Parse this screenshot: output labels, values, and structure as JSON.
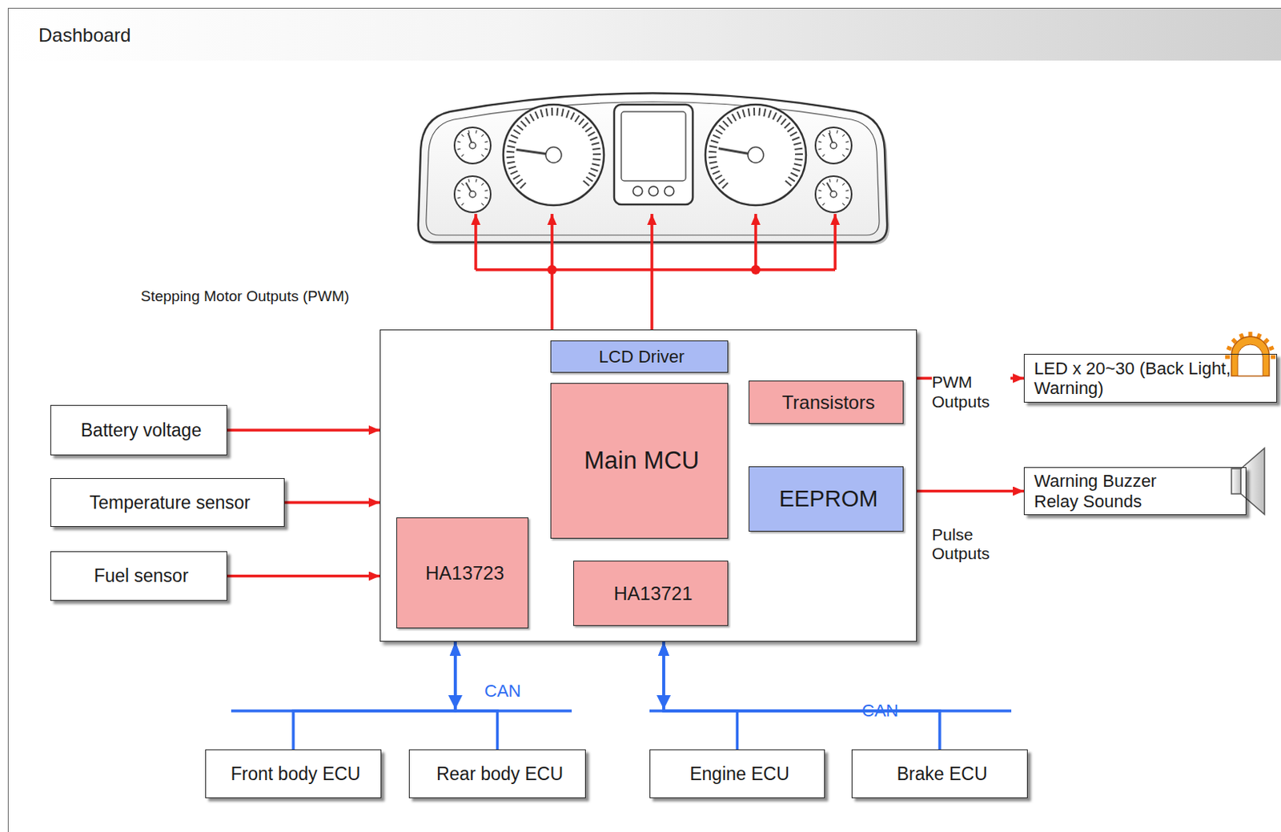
{
  "diagram": {
    "title": "Dashboard",
    "nodes": [
      {
        "text": []
      },
      {
        "text": [
          "LCD Driver"
        ],
        "in": 0
      },
      {
        "text": [
          "Main MCU"
        ],
        "in": 0
      },
      {
        "text": [
          "Transistors"
        ],
        "in": 0
      },
      {
        "text": [
          "EEPROM"
        ],
        "in": 0
      },
      {
        "text": [
          "HA13723"
        ],
        "in": 0
      },
      {
        "text": [
          "HA13721"
        ],
        "in": 0
      },
      {
        "text": [
          "Battery voltage"
        ]
      },
      {
        "text": [
          "Temperature sensor"
        ]
      },
      {
        "text": [
          "Fuel sensor"
        ]
      },
      {
        "text": [
          "LED x 20~30 (Back Light, Warning)"
        ]
      },
      {
        "text": [
          "Warning Buzzer Relay Sounds"
        ]
      },
      {
        "text": [
          "Front body ECU"
        ]
      },
      {
        "text": [
          "Rear body ECU"
        ]
      },
      {
        "text": [
          "Engine ECU"
        ]
      },
      {
        "text": [
          "Brake ECU"
        ]
      }
    ],
    "edges": [
      {
        "from": 7,
        "to": 0,
        "arrow": "to"
      },
      {
        "from": 8,
        "to": 0,
        "arrow": "to"
      },
      {
        "from": 9,
        "to": 0,
        "arrow": "to"
      },
      {
        "from": 0,
        "to": 10,
        "label": "PWM Outputs",
        "arrow": "to"
      },
      {
        "from": 0,
        "to": 11,
        "label": "Pulse Outputs",
        "arrow": "to"
      },
      {
        "from": 12,
        "to": 0,
        "arrow": "to"
      },
      {
        "from": 13,
        "to": 0,
        "arrow": "to"
      },
      {
        "from": 14,
        "to": 0,
        "arrow": "to"
      },
      {
        "from": 15,
        "to": 0,
        "arrow": "to"
      }
    ],
    "labels": [
      "Stepping Motor Outputs (PWM)",
      "CAN",
      "CAN"
    ]
  }
}
